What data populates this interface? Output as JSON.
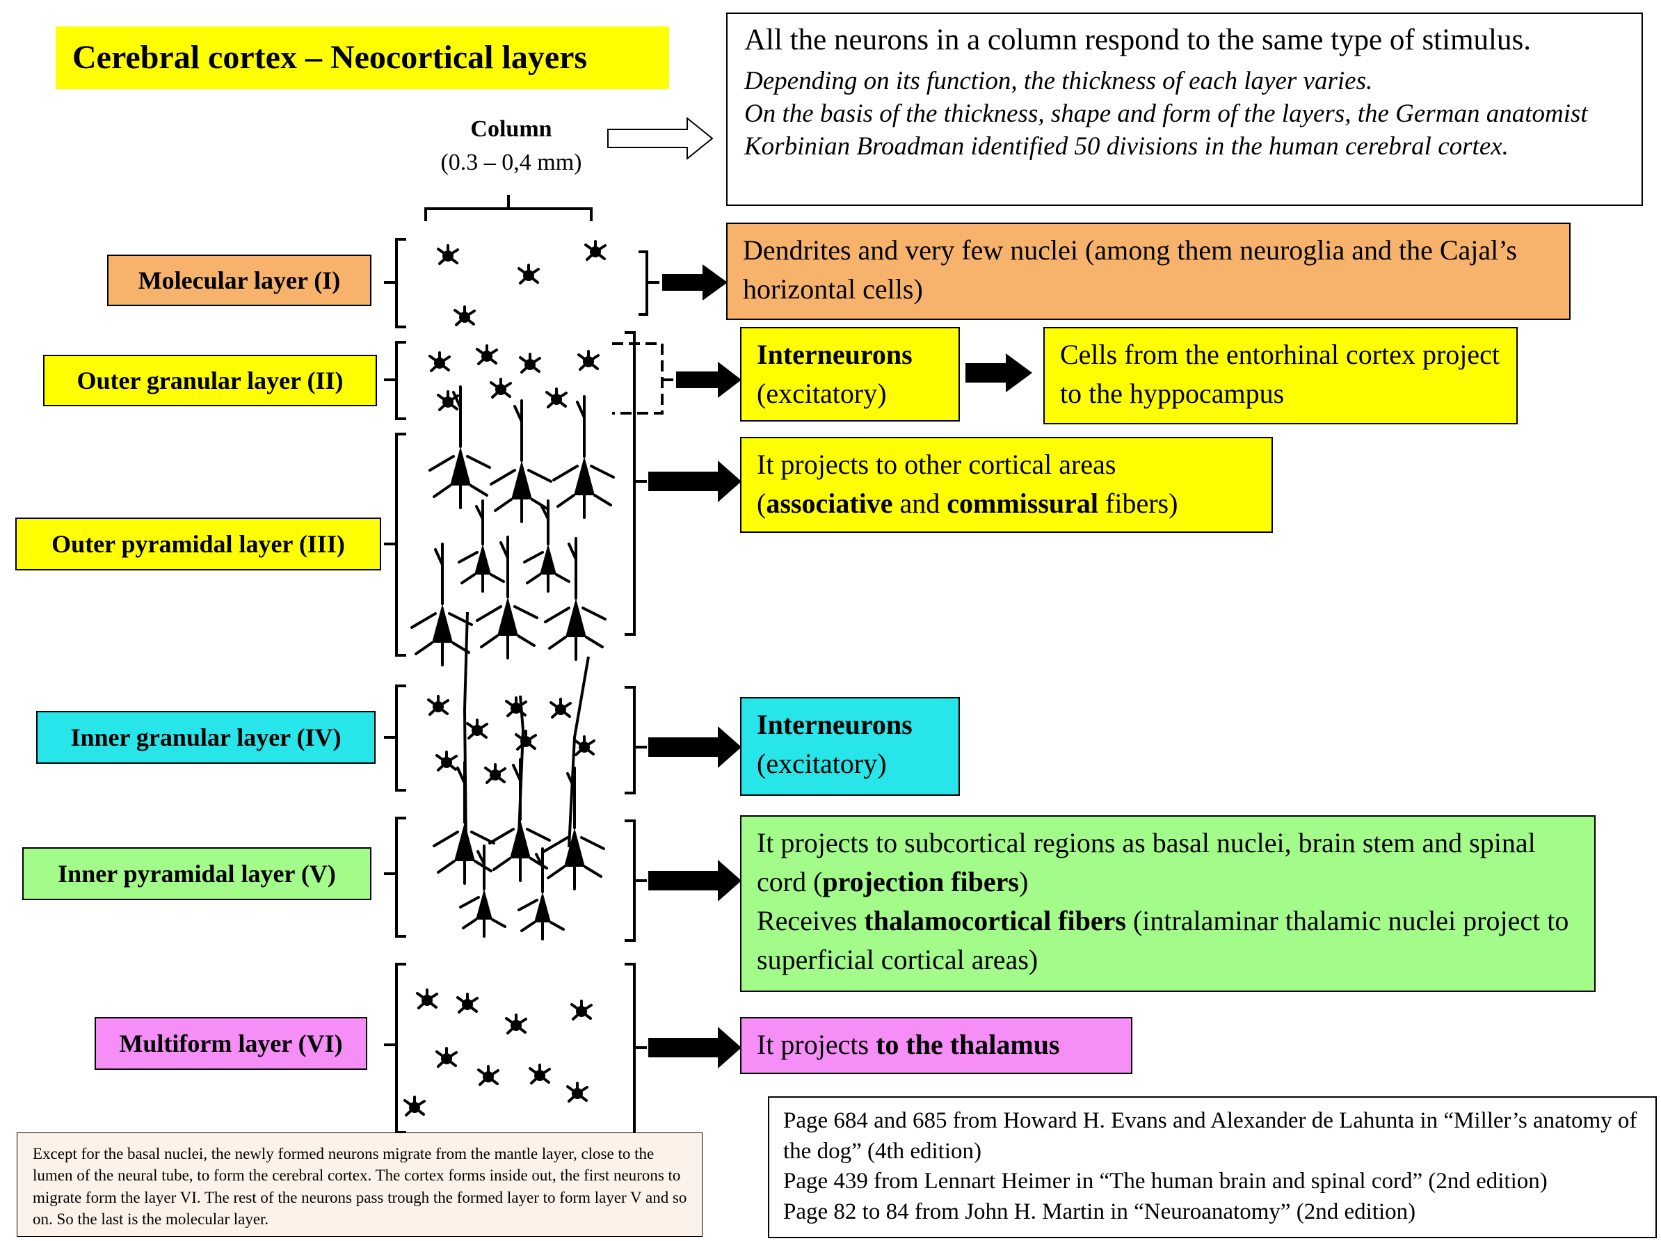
{
  "title": "Cerebral cortex – Neocortical layers",
  "intro": {
    "line1": "All the neurons in a column respond to the same type of stimulus.",
    "line2": "Depending on its function, the thickness of each layer varies.",
    "line3": "On the basis of the thickness, shape and form  of the layers, the German anatomist Korbinian Broadman identified 50 divisions in the human cerebral cortex."
  },
  "column": {
    "label": "Column",
    "size": "(0.3 – 0,4 mm)"
  },
  "layers": [
    {
      "label": "Molecular layer (I)",
      "color": "#f7b36c"
    },
    {
      "label": "Outer granular layer (II)",
      "color": "#ffff00"
    },
    {
      "label": "Outer pyramidal layer (III)",
      "color": "#ffff00"
    },
    {
      "label": "Inner granular layer (IV)",
      "color": "#27e5e8"
    },
    {
      "label": "Inner pyramidal layer (V)",
      "color": "#a3fb8a"
    },
    {
      "label": "Multiform layer (VI)",
      "color": "#f58ff7"
    }
  ],
  "descriptions": {
    "molecular": "Dendrites and very few nuclei (among them neuroglia and the Cajal’s horizontal cells)",
    "outer_granular": {
      "bold": "Interneurons",
      "text": "(excitatory)"
    },
    "entorhinal": "Cells from the entorhinal cortex project to the hyppocampus",
    "outer_pyramidal": {
      "t1": "It projects to other cortical areas",
      "t2": "(",
      "b1": "associative",
      "t3": " and ",
      "b2": "commissural",
      "t4": " fibers)"
    },
    "inner_granular": {
      "bold": "Interneurons",
      "text": "(excitatory)"
    },
    "inner_pyramidal": {
      "t1": "It projects to subcortical regions as basal nuclei, brain stem and spinal cord (",
      "b1": "projection fibers",
      "t2": ")",
      "t3": "Receives ",
      "b2": "thalamocortical fibers",
      "t4": " (intralaminar thalamic nuclei project to superficial cortical areas)"
    },
    "multiform": {
      "t1": "It projects ",
      "b1": "to the thalamus"
    }
  },
  "note": "Except for the basal nuclei, the newly formed neurons migrate from the mantle layer, close to the lumen of the neural tube, to form the cerebral cortex. The cortex forms inside out, the first neurons to migrate form the layer VI. The rest of the neurons pass trough the formed layer to form layer V and so on. So the last is the molecular layer.",
  "references": [
    "Page 684 and 685 from Howard H. Evans and Alexander de Lahunta in “Miller’s anatomy of the dog” (4th edition)",
    "Page 439 from Lennart Heimer in “The human brain and spinal cord” (2nd edition)",
    "Page 82 to 84 from John H. Martin in “Neuroanatomy” (2nd edition)"
  ]
}
